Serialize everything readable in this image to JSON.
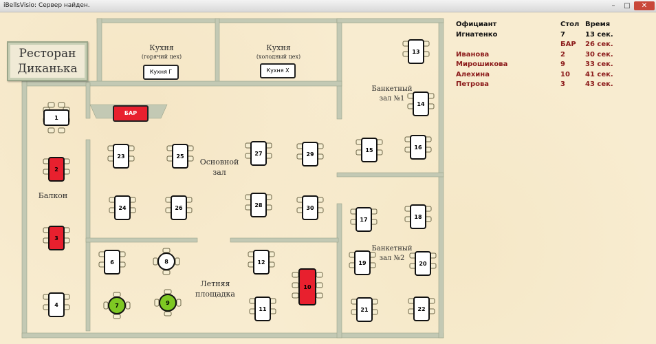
{
  "window": {
    "title": "iBellsVisio: Сервер найден."
  },
  "logo": {
    "line1": "Ресторан",
    "line2": "Диканька"
  },
  "areas": {
    "kitchen_hot": {
      "name": "Кухня",
      "sub": "(горячий цех)",
      "button": "Кухня Г"
    },
    "kitchen_cold": {
      "name": "Кухня",
      "sub": "(холодный цех)",
      "button": "Кухня Х"
    },
    "bar": "БАР",
    "balcony": "Балкон",
    "main_hall": {
      "line1": "Основной",
      "line2": "зал"
    },
    "summer": {
      "line1": "Летняя",
      "line2": "площадка"
    },
    "banquet1": {
      "line1": "Банкетный",
      "line2": "зал №1"
    },
    "banquet2": {
      "line1": "Банкетный",
      "line2": "зал №2"
    }
  },
  "colors": {
    "occupied": "#e8202e",
    "served": "#7ec823",
    "free": "#ffffff",
    "wall": "#c3c9b4",
    "late_text": "#8b1a1a"
  },
  "orders": {
    "headers": {
      "waiter": "Официант",
      "table": "Стол",
      "time": "Время"
    },
    "rows": [
      {
        "waiter": "Игнатенко",
        "table": "7",
        "time": "13 сек.",
        "status": "normal"
      },
      {
        "waiter": "",
        "table": "БАР",
        "time": "26 сек.",
        "status": "late"
      },
      {
        "waiter": "Иванова",
        "table": "2",
        "time": "30 сек.",
        "status": "late"
      },
      {
        "waiter": "Мирошикова",
        "table": "9",
        "time": "33 сек.",
        "status": "late"
      },
      {
        "waiter": "Алехина",
        "table": "10",
        "time": "41 сек.",
        "status": "late"
      },
      {
        "waiter": "Петрова",
        "table": "3",
        "time": "43 сек.",
        "status": "late"
      }
    ]
  },
  "tables": [
    {
      "id": "1",
      "status": "free",
      "shape": "rect"
    },
    {
      "id": "2",
      "status": "occupied",
      "shape": "rect"
    },
    {
      "id": "3",
      "status": "occupied",
      "shape": "rect"
    },
    {
      "id": "4",
      "status": "free",
      "shape": "rect"
    },
    {
      "id": "6",
      "status": "free",
      "shape": "rect"
    },
    {
      "id": "7",
      "status": "served",
      "shape": "round"
    },
    {
      "id": "8",
      "status": "free",
      "shape": "round"
    },
    {
      "id": "9",
      "status": "served",
      "shape": "round"
    },
    {
      "id": "10",
      "status": "occupied",
      "shape": "long"
    },
    {
      "id": "11",
      "status": "free",
      "shape": "rect"
    },
    {
      "id": "12",
      "status": "free",
      "shape": "rect"
    },
    {
      "id": "13",
      "status": "free",
      "shape": "rect"
    },
    {
      "id": "14",
      "status": "free",
      "shape": "rect"
    },
    {
      "id": "15",
      "status": "free",
      "shape": "rect"
    },
    {
      "id": "16",
      "status": "free",
      "shape": "rect"
    },
    {
      "id": "17",
      "status": "free",
      "shape": "rect"
    },
    {
      "id": "18",
      "status": "free",
      "shape": "rect"
    },
    {
      "id": "19",
      "status": "free",
      "shape": "rect"
    },
    {
      "id": "20",
      "status": "free",
      "shape": "rect"
    },
    {
      "id": "21",
      "status": "free",
      "shape": "rect"
    },
    {
      "id": "22",
      "status": "free",
      "shape": "rect"
    },
    {
      "id": "23",
      "status": "free",
      "shape": "rect"
    },
    {
      "id": "24",
      "status": "free",
      "shape": "rect"
    },
    {
      "id": "25",
      "status": "free",
      "shape": "rect"
    },
    {
      "id": "26",
      "status": "free",
      "shape": "rect"
    },
    {
      "id": "27",
      "status": "free",
      "shape": "rect"
    },
    {
      "id": "28",
      "status": "free",
      "shape": "rect"
    },
    {
      "id": "29",
      "status": "free",
      "shape": "rect"
    },
    {
      "id": "30",
      "status": "free",
      "shape": "rect"
    }
  ]
}
